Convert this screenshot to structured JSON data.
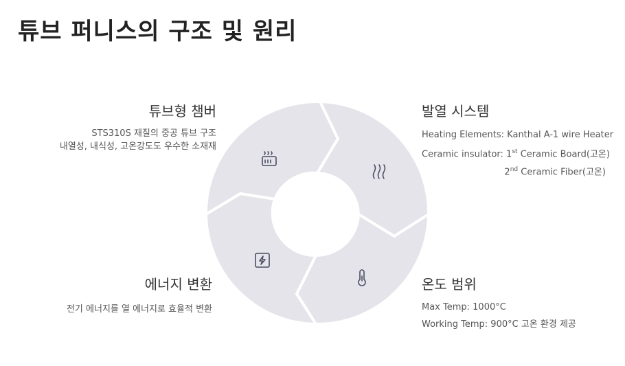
{
  "title": "튜브 퍼니스의 구조 및 원리",
  "sections": {
    "chamber": {
      "heading": "튜브형 챔버",
      "lines": [
        "STS310S 재질의 중공 튜브 구조",
        "내열성, 내식성, 고온강도도 우수한 소재재"
      ],
      "icon": "heater-icon"
    },
    "heating": {
      "heading": "발열 시스템",
      "line1": "Heating Elements: Kanthal A-1 wire Heater",
      "line2_pre": "Ceramic insulator: 1",
      "line2_sup": "st",
      "line2_post": " Ceramic Board(고온)",
      "line3_pre": "2",
      "line3_sup": "nd",
      "line3_post": " Ceramic Fiber(고온)",
      "icon": "heat-waves-icon"
    },
    "energy": {
      "heading": "에너지 변환",
      "lines": [
        "전기 에너지를 열 에너지로 효율적 변환"
      ],
      "icon": "lightning-icon"
    },
    "temperature": {
      "heading": "온도 범위",
      "lines": [
        "Max Temp: 1000°C",
        "Working Temp: 900°C 고온 환경 제공"
      ],
      "icon": "thermometer-icon"
    }
  },
  "colors": {
    "segment": "#e4e4ea",
    "icon": "#4a4d63",
    "text": "#333333"
  }
}
